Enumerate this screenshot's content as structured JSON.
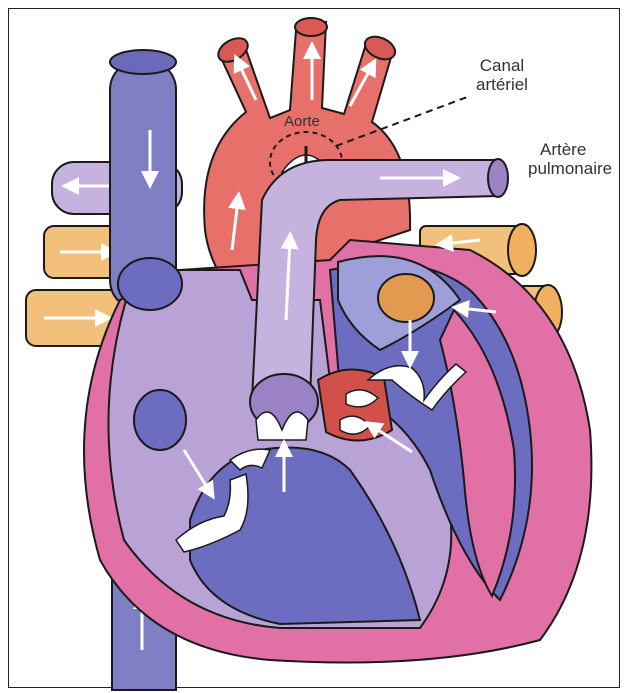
{
  "labels": {
    "canal_arteriel_line1": "Canal",
    "canal_arteriel_line2": "artériel",
    "aorte": "Aorte",
    "artere_pulmonaire_line1": "Artère",
    "artere_pulmonaire_line2": "pulmonaire"
  },
  "colors": {
    "aorta_red": "#e8706a",
    "vena_cava_blue": "#7f7fc4",
    "pulmonary_lilac": "#b9a3d6",
    "pulmonary_vein_orange": "#f2c07a",
    "heart_wall_pink": "#e070a6",
    "chamber_blue": "#6c6cc0",
    "outline": "#1a1a1a"
  }
}
